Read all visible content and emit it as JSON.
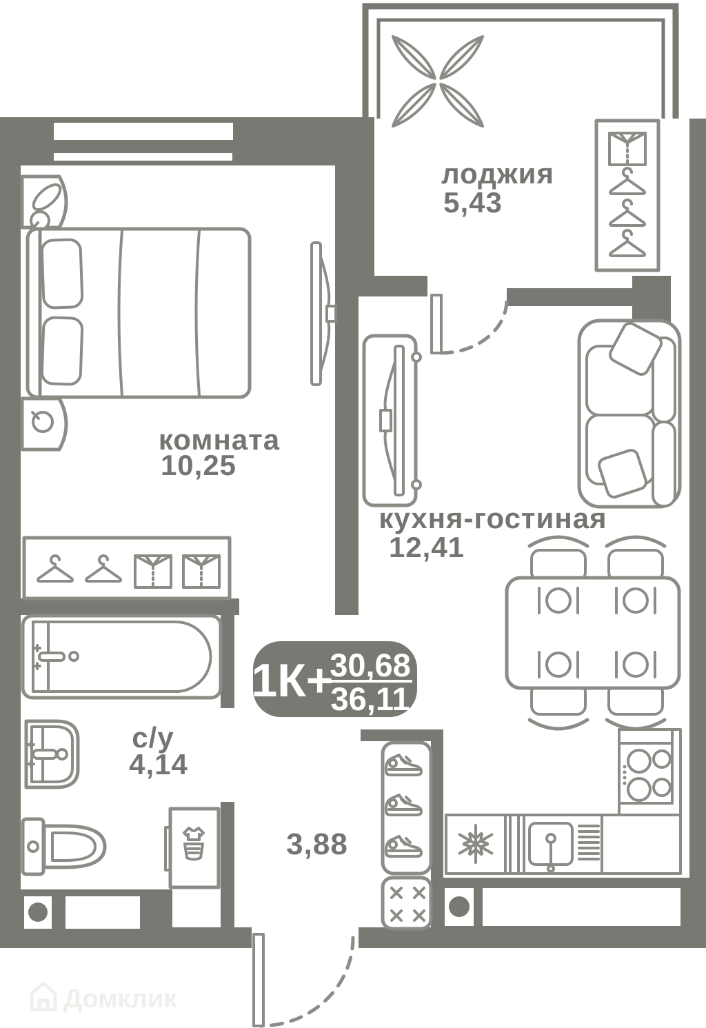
{
  "plan": {
    "type_badge": {
      "type_label": "1К+",
      "living_area": "30,68",
      "total_area": "36,11"
    },
    "rooms": {
      "loggia": {
        "name": "лоджия",
        "area": "5,43"
      },
      "bedroom": {
        "name": "комната",
        "area": "10,25"
      },
      "kitchen_living": {
        "name": "кухня-гостиная",
        "area": "12,41"
      },
      "bathroom": {
        "name": "с/у",
        "area": "4,14"
      },
      "hallway": {
        "area": "3,88"
      }
    },
    "watermark": {
      "brand": "Домклик"
    },
    "icons": [
      "plant-icon",
      "wardrobe-icon",
      "hanger-icon",
      "shirt-icon",
      "bed-icon",
      "lamp-icon",
      "tv-icon",
      "sofa-icon",
      "pillow-icon",
      "dining-table-icon",
      "chair-icon",
      "plate-icon",
      "closet-icon",
      "bathtub-icon",
      "sink-icon",
      "toilet-icon",
      "washing-machine-icon",
      "shoe-cabinet-icon",
      "sneaker-icon",
      "storage-box-icon",
      "fridge-snowflake-icon",
      "kitchen-sink-icon",
      "stove-icon",
      "vent-shaft-icon",
      "door-swing-icon",
      "window-icon"
    ],
    "colors": {
      "wall": "#7a7872",
      "furn": "#8d8b86",
      "text": "#767470",
      "badge_bg": "#7a7872",
      "badge_text": "#ffffff",
      "wm": "#f0efec",
      "background": "#ffffff"
    }
  }
}
